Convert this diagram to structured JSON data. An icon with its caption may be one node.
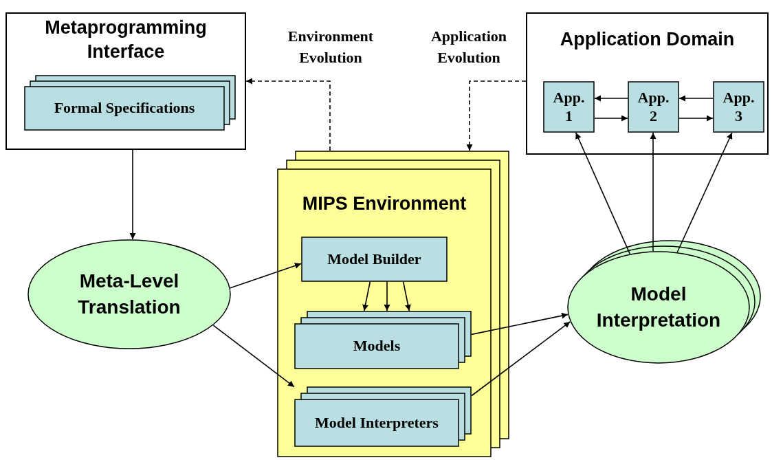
{
  "diagram": {
    "nodes": [
      {
        "text": [
          "Metaprogramming Interface"
        ]
      },
      {
        "text": [
          "Formal Specifications"
        ],
        "in": 0
      },
      {
        "text": [
          "Application Domain"
        ]
      },
      {
        "text": [
          "App. 1"
        ],
        "in": 2
      },
      {
        "text": [
          "App. 2"
        ],
        "in": 2
      },
      {
        "text": [
          "App. 3"
        ],
        "in": 2
      },
      {
        "text": [
          "MIPS Environment"
        ]
      },
      {
        "text": [
          "Model Builder"
        ],
        "in": 6
      },
      {
        "text": [
          "Models"
        ],
        "in": 6
      },
      {
        "text": [
          "Model Interpreters"
        ],
        "in": 6
      },
      {
        "text": [
          "Meta-Level Translation"
        ]
      },
      {
        "text": [
          "Model Interpretation"
        ]
      }
    ],
    "edges": [
      {
        "from": 6,
        "to": 0,
        "arrow": "to",
        "label": "Environment Evolution",
        "style": "dashed"
      },
      {
        "from": 2,
        "to": 6,
        "arrow": "to",
        "label": "Application Evolution",
        "style": "dashed"
      },
      {
        "from": 0,
        "to": 10,
        "arrow": "to"
      },
      {
        "from": 10,
        "to": 7,
        "arrow": "to"
      },
      {
        "from": 10,
        "to": 9,
        "arrow": "to"
      },
      {
        "from": 7,
        "to": 8,
        "arrow": "to"
      },
      {
        "from": 7,
        "to": 8,
        "arrow": "to"
      },
      {
        "from": 7,
        "to": 8,
        "arrow": "to"
      },
      {
        "from": 8,
        "to": 11,
        "arrow": "to"
      },
      {
        "from": 9,
        "to": 11,
        "arrow": "to"
      },
      {
        "from": 11,
        "to": 3,
        "arrow": "to"
      },
      {
        "from": 11,
        "to": 4,
        "arrow": "to"
      },
      {
        "from": 11,
        "to": 5,
        "arrow": "to"
      },
      {
        "from": 4,
        "to": 3,
        "arrow": "to"
      },
      {
        "from": 3,
        "to": 4,
        "arrow": "to"
      },
      {
        "from": 5,
        "to": 4,
        "arrow": "to"
      },
      {
        "from": 4,
        "to": 5,
        "arrow": "to"
      }
    ]
  }
}
